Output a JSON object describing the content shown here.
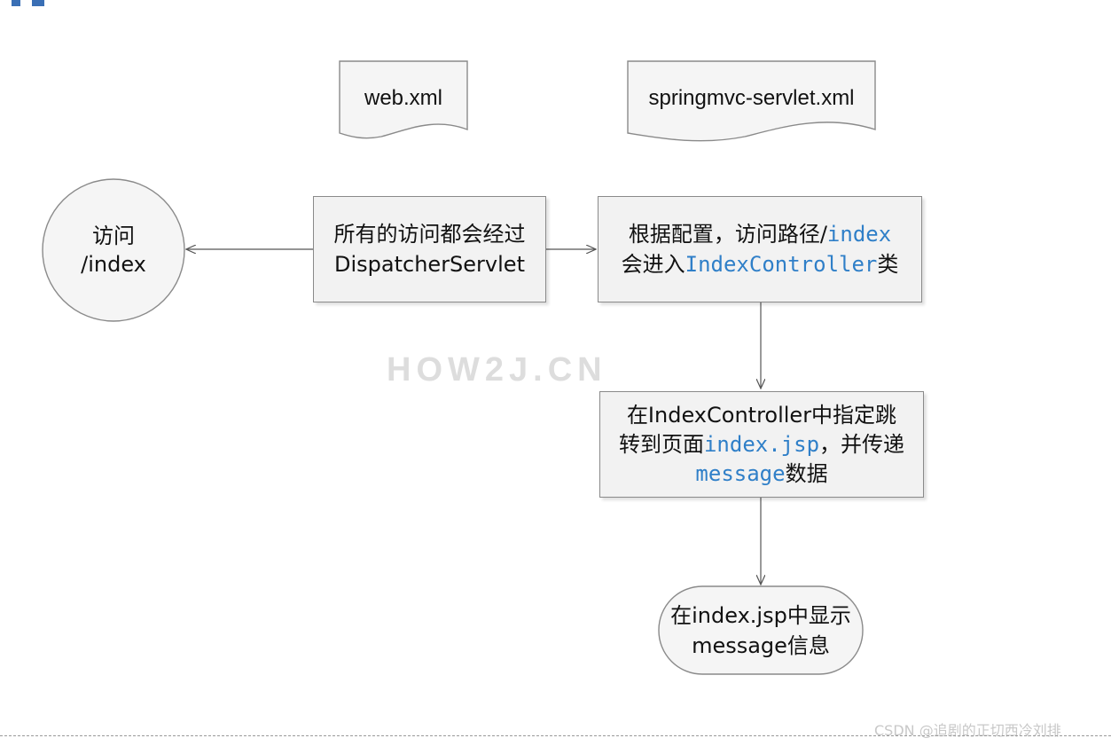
{
  "documents": {
    "web_xml": "web.xml",
    "springmvc_xml": "springmvc-servlet.xml"
  },
  "access_node": {
    "line1": "访问",
    "line2": "/index"
  },
  "dispatcher_box": {
    "line1": "所有的访问都会经过",
    "line2": "DispatcherServlet"
  },
  "config_box": {
    "line1_prefix": "根据配置，访问路径/",
    "line1_code": "index",
    "line2_prefix": "会进入",
    "line2_code": "IndexController",
    "line2_suffix": "类"
  },
  "controller_box": {
    "line1": "在IndexController中指定跳",
    "line2_prefix": "转到页面",
    "line2_code": "index.jsp",
    "line2_suffix": "，并传递",
    "line3_code": "message",
    "line3_suffix": "数据"
  },
  "jsp_terminal": {
    "line1": "在index.jsp中显示",
    "line2": "message信息"
  },
  "watermark": "HOW2J.CN",
  "credit": "CSDN @追剧的正切西冷刘排",
  "colors": {
    "box_fill": "#f2f2f2",
    "box_border": "#8a8a8a",
    "code_blue": "#2f7fc8",
    "arrow": "#555555"
  }
}
